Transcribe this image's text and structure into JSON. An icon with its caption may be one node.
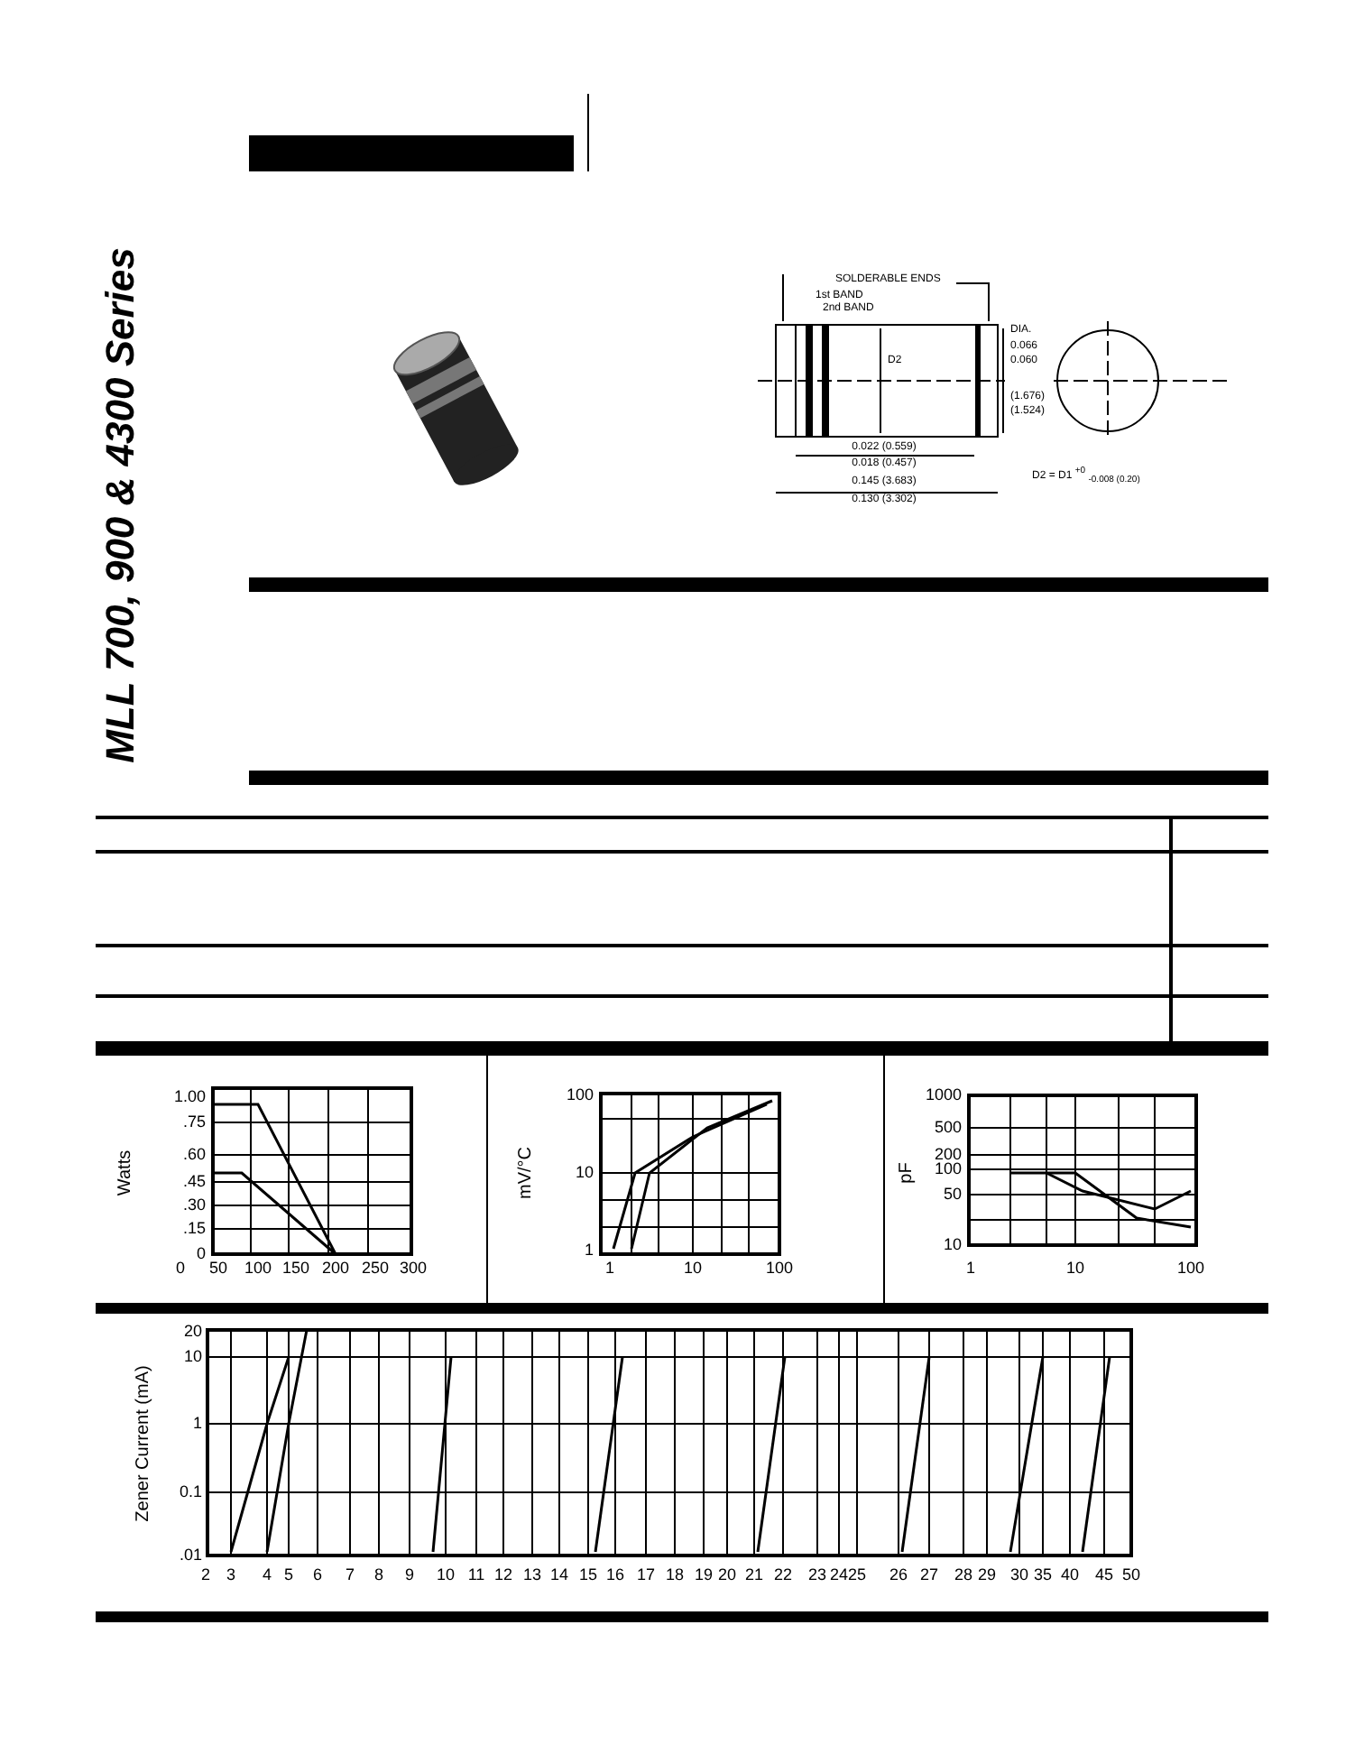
{
  "diagram": {
    "labels": [
      "MLL 700, 900 & 4300 Series",
      "SOLDERABLE ENDS",
      "1st BAND",
      "2nd BAND",
      "D2",
      "DIA.",
      "0.066",
      "0.060",
      "(1.676)",
      "(1.524)",
      "0.022 (0.559)",
      "0.018 (0.457)",
      "0.145 (3.683)",
      "0.130 (3.302)",
      "D2 = D1 $^{+0}$ $_{-0.008 (0.20)}$",
      "Watts",
      "1.00",
      ".75",
      ".60",
      ".45",
      ".30",
      ".15",
      "0",
      "0",
      "50",
      "100",
      "150",
      "200",
      "250",
      "300",
      "mV/°C",
      "100",
      "10",
      "1",
      "1",
      "10",
      "100",
      "pF",
      "1000",
      "500",
      "200",
      "100",
      "50",
      "10",
      "1",
      "10",
      "100",
      "Zener Current (mA)",
      "20",
      "10",
      "1",
      "0.1",
      ".01",
      "2",
      "3",
      "4",
      "5",
      "6",
      "7",
      "8",
      "9",
      "10",
      "11",
      "12",
      "13",
      "14",
      "15",
      "16",
      "17",
      "18",
      "19",
      "20",
      "21",
      "22",
      "23",
      "24",
      "25",
      "26",
      "27",
      "28",
      "29",
      "30",
      "35",
      "40",
      "45",
      "50"
    ]
  }
}
